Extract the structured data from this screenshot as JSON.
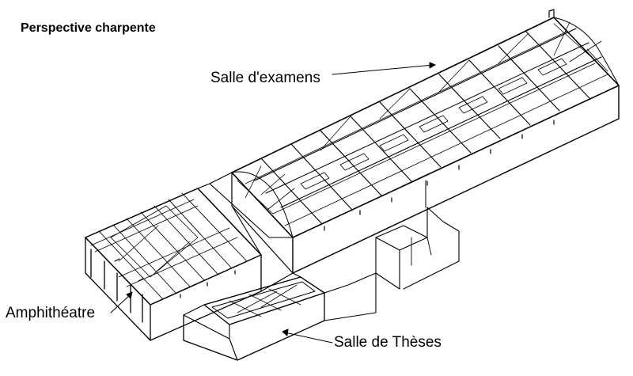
{
  "drawing": {
    "title": "Perspective charpente",
    "labels": {
      "examens": "Salle d'examens",
      "amphi": "Amphithéatre",
      "theses": "Salle de Thèses"
    },
    "colors": {
      "line": "#000000",
      "background": "#ffffff"
    }
  }
}
